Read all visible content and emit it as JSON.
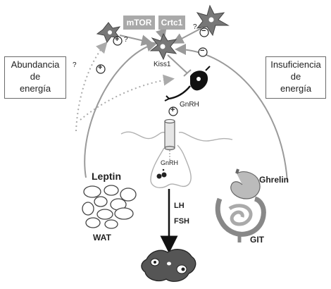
{
  "labels": {
    "mtor": "mTOR",
    "crtc1": "Crtc1",
    "kiss1": "Kiss1",
    "gnrh_neuron": "GnRH",
    "gnrh_pituitary": "GnRH",
    "leptin": "Leptin",
    "ghrelin": "Ghrelin",
    "wat": "WAT",
    "git": "GIT",
    "lh": "LH",
    "fsh": "FSH"
  },
  "boxes": {
    "abundancia": [
      "Abundancia",
      "de",
      "energía"
    ],
    "insuficiencia": [
      "Insuficiencia",
      "de",
      "energía"
    ]
  },
  "symbols": {
    "plus": "+",
    "minus": "−",
    "question": "?"
  },
  "colors": {
    "tag_gray": "#a9a9a9",
    "line_gray": "#9a9a9a",
    "dotted_gray": "#aaaaaa",
    "neuron_fill": "#777777",
    "ink": "#222222"
  }
}
